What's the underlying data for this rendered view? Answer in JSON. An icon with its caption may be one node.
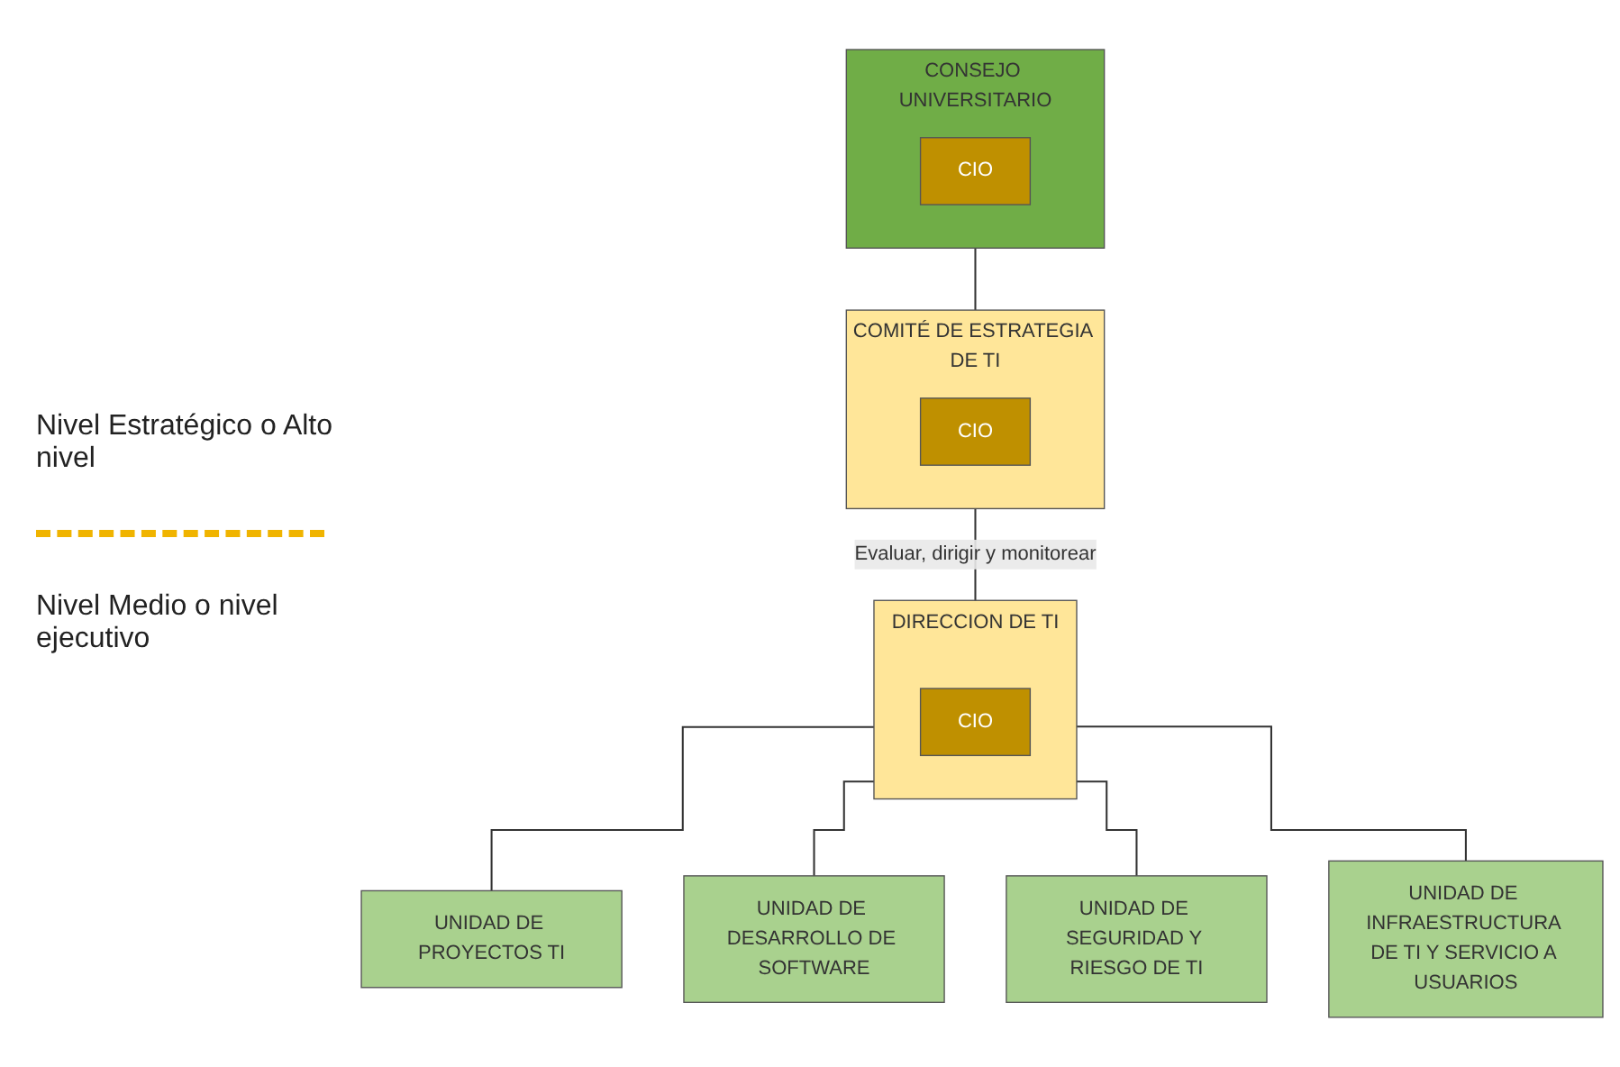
{
  "diagram": {
    "nodes": [
      {
        "text": [
          "CONSEJO UNIVERSITARIO"
        ]
      },
      {
        "text": [
          "CIO"
        ],
        "in": 0
      },
      {
        "text": [
          "COMITÉ DE ESTRATEGIA DE TI"
        ]
      },
      {
        "text": [
          "CIO"
        ],
        "in": 2
      },
      {
        "text": [
          "DIRECCION DE TI"
        ]
      },
      {
        "text": [
          "CIO"
        ],
        "in": 4
      },
      {
        "text": [
          "UNIDAD DE PROYECTOS TI"
        ]
      },
      {
        "text": [
          "UNIDAD DE DESARROLLO DE SOFTWARE"
        ]
      },
      {
        "text": [
          "UNIDAD DE SEGURIDAD Y RIESGO DE TI"
        ]
      },
      {
        "text": [
          "UNIDAD DE INFRAESTRUCTURA DE TI Y SERVICIO A USUARIOS"
        ]
      }
    ],
    "edges": [
      {
        "from": 0,
        "to": 2,
        "arrow": "none"
      },
      {
        "from": 2,
        "to": 4,
        "arrow": "none",
        "label": "Evaluar, dirigir y monitorear"
      },
      {
        "from": 4,
        "to": 6,
        "arrow": "none"
      },
      {
        "from": 4,
        "to": 7,
        "arrow": "none"
      },
      {
        "from": 4,
        "to": 8,
        "arrow": "none"
      },
      {
        "from": 4,
        "to": 9,
        "arrow": "none"
      }
    ],
    "labels": [
      "Nivel Estratégico o Alto nivel",
      "Nivel Medio o nivel ejecutivo"
    ]
  }
}
